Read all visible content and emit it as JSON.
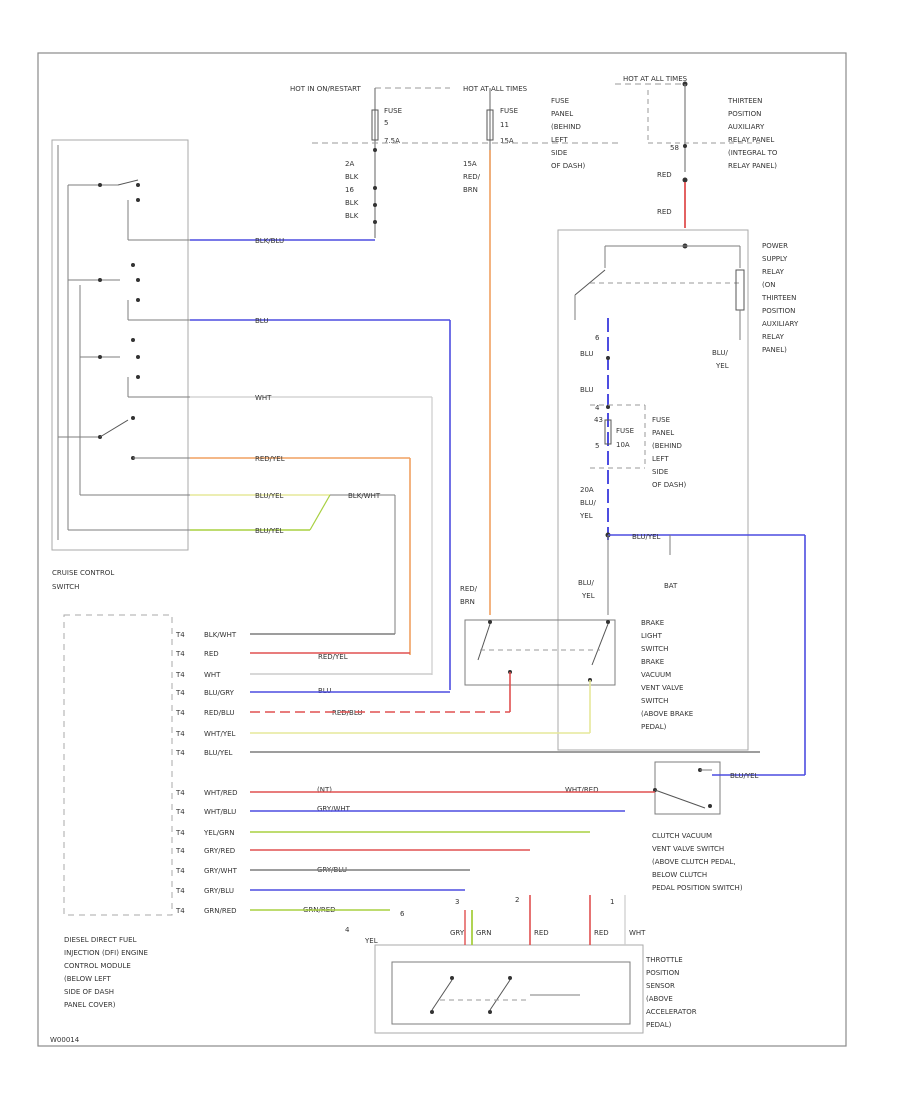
{
  "colors": {
    "black": "#7d7d7d",
    "blue": "#4d4de0",
    "red": "#e05050",
    "orange": "#f0a060",
    "yellow": "#e6e89a",
    "green": "#a8d040",
    "border": "#8a8a8a"
  },
  "power": {
    "hot_run_start": "HOT IN ON/RESTART",
    "hot_run": "HOT AT ALL TIMES",
    "hot_always": "HOT AT ALL TIMES",
    "fuse_a_1": "FUSE",
    "fuse_a_2": "5",
    "fuse_a_3": "7.5A",
    "fuse_b_1": "FUSE",
    "fuse_b_2": "11",
    "fuse_b_3": "15A",
    "fuse_panel": [
      "FUSE",
      "PANEL",
      "(BEHIND",
      "LEFT",
      "SIDE",
      "OF DASH)"
    ],
    "aux_relay_panel": [
      "THIRTEEN",
      "POSITION",
      "AUXILIARY",
      "RELAY PANEL",
      "(INTEGRAL TO",
      "RELAY PANEL)"
    ],
    "pin_58": "58",
    "red_1": "RED",
    "red_2": "RED"
  },
  "left_wires": {
    "w1": [
      "2A",
      "BLK",
      "16",
      "BLK",
      "BLK"
    ],
    "red_brn": [
      "15A",
      "RED/",
      "BRN"
    ]
  },
  "switch_wires": {
    "blk_blu": "BLK/BLU",
    "blu": "BLU",
    "wht": "WHT",
    "red_yel": "RED/YEL",
    "blu_yel": "BLU/YEL",
    "blk_wht": "BLK/WHT",
    "blu_yel2": "BLU/YEL"
  },
  "cruise_switch_label": [
    "CRUISE CONTROL",
    "SWITCH"
  ],
  "relay": {
    "label": [
      "POWER",
      "SUPPLY",
      "RELAY",
      "(ON",
      "THIRTEEN",
      "POSITION",
      "AUXILIARY",
      "RELAY",
      "PANEL)"
    ],
    "blu_yel": [
      "BLU/",
      "YEL"
    ],
    "blu_1": "BLU",
    "blu_2": "BLU",
    "pin_6": "6",
    "pin_4": "4",
    "pin_5": "5",
    "fuse_c": [
      "FUSE",
      "10A"
    ],
    "fuse_c_num": "43",
    "fuse_panel": [
      "FUSE",
      "PANEL",
      "(BEHIND",
      "LEFT",
      "SIDE",
      "OF DASH)"
    ],
    "wire_20": [
      "20A",
      "BLU/",
      "YEL"
    ],
    "blu_yel_right": "BLU/YEL",
    "bat": "BAT",
    "blu_yel_down": [
      "BLU/",
      "YEL"
    ]
  },
  "brake": {
    "red_brn": [
      "RED/",
      "BRN"
    ],
    "label": [
      "BRAKE",
      "LIGHT",
      "SWITCH",
      "BRAKE",
      "VACUUM",
      "VENT VALVE",
      "SWITCH",
      "(ABOVE BRAKE",
      "PEDAL)"
    ]
  },
  "module_pins": [
    {
      "pin": "T4",
      "wire": "BLK/WHT"
    },
    {
      "pin": "T4",
      "wire": "RED"
    },
    {
      "pin": "T4",
      "wire": "WHT"
    },
    {
      "pin": "T4",
      "wire": "BLU/GRY"
    },
    {
      "pin": "T4",
      "wire": "RED/BLU"
    },
    {
      "pin": "T4",
      "wire": "WHT/YEL"
    },
    {
      "pin": "T4",
      "wire": "BLU/YEL"
    },
    {
      "pin": "T4",
      "wire": "WHT/RED"
    },
    {
      "pin": "T4",
      "wire": "WHT/BLU"
    },
    {
      "pin": "T4",
      "wire": "YEL/GRN"
    },
    {
      "pin": "T4",
      "wire": "GRY/RED"
    },
    {
      "pin": "T4",
      "wire": "GRY/WHT"
    },
    {
      "pin": "T4",
      "wire": "GRY/BLU"
    },
    {
      "pin": "T4",
      "wire": "GRN/RED"
    }
  ],
  "module_mid_labels": {
    "red_yel": "RED/YEL",
    "blu": "BLU",
    "red_blu": "RED/BLU",
    "wht_red_mid": "(NT)",
    "gry_wht": "GRY/WHT",
    "gry_blu": "GRY/BLU",
    "grn_red": "GRN/RED"
  },
  "module_label": [
    "DIESEL DIRECT FUEL",
    "INJECTION (DFI) ENGINE",
    "CONTROL MODULE",
    "(BELOW LEFT",
    "SIDE OF DASH",
    "PANEL COVER)"
  ],
  "clutch": {
    "wire_in": "WHT/RED",
    "wire_out": "BLU/YEL",
    "label": [
      "CLUTCH VACUUM",
      "VENT VALVE SWITCH",
      "(ABOVE CLUTCH PEDAL,",
      "BELOW CLUTCH",
      "PEDAL POSITION SWITCH)"
    ]
  },
  "tps": {
    "label": [
      "THROTTLE",
      "POSITION",
      "SENSOR",
      "(ABOVE",
      "ACCELERATOR",
      "PEDAL)"
    ],
    "wires": [
      "GRY",
      "GRN",
      "RED",
      "RED",
      "WHT"
    ],
    "yel": "YEL",
    "pin_nums": [
      "6",
      "3",
      "2",
      "1",
      "4"
    ]
  },
  "footer_code": "W00014"
}
